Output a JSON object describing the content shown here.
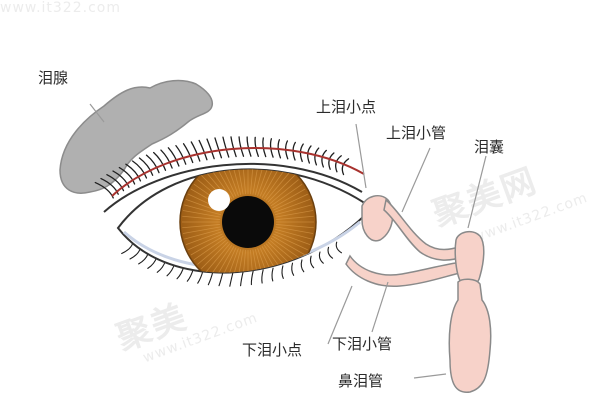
{
  "labels": {
    "lacrimal_gland": "泪腺",
    "upper_punctum": "上泪小点",
    "upper_canaliculus": "上泪小管",
    "lacrimal_sac": "泪囊",
    "lower_punctum": "下泪小点",
    "lower_canaliculus": "下泪小管",
    "nasolacrimal_duct": "鼻泪管"
  },
  "watermark": {
    "url_top": "www.it322.com",
    "brand_right": "聚美网",
    "url_right": "www.it322.com",
    "brand_bottom": "聚美",
    "url_bottom": "www.it322.com"
  },
  "colors": {
    "iris": "#b8741e",
    "iris_dark": "#8a5512",
    "pupil": "#0a0a0a",
    "sclera": "#ffffff",
    "gland": "#b0b0b0",
    "duct": "#f7d2c9",
    "duct_edge": "#8a8a8a",
    "eyelid_red": "#a8322e"
  }
}
